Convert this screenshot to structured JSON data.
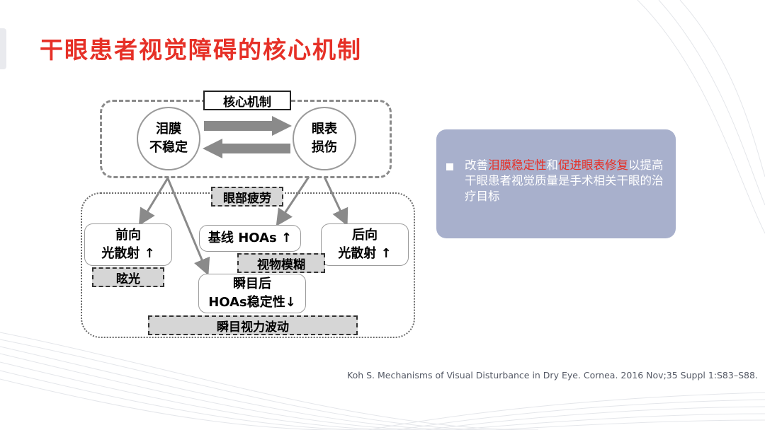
{
  "title": "干眼患者视觉障碍的核心机制",
  "diagram": {
    "header": "核心机制",
    "tear_film": [
      "泪膜",
      "不稳定"
    ],
    "ocular_surface": [
      "眼表",
      "损伤"
    ],
    "eye_fatigue": "眼部疲劳",
    "forward_scatter": [
      "前向",
      "光散射 ↑"
    ],
    "baseline_hoas": "基线 HOAs ↑",
    "backward_scatter": [
      "后向",
      "光散射 ↑"
    ],
    "glare": "眩光",
    "blurred_vision": "视物模糊",
    "post_blink": [
      "瞬目后",
      "HOAs稳定性↓"
    ],
    "post_blink_fluctuation": "瞬目视力波动"
  },
  "card": {
    "seg1": "改善",
    "seg2": "泪膜稳定性",
    "seg3": "和",
    "seg4": "促进眼表修复",
    "seg5": "以提高干眼患者视觉质量是手术相关干眼的治疗目标",
    "highlight_color": "#e63027"
  },
  "citation": "Koh S. Mechanisms of Visual Disturbance in Dry Eye. Cornea. 2016 Nov;35 Suppl 1:S83–S88."
}
